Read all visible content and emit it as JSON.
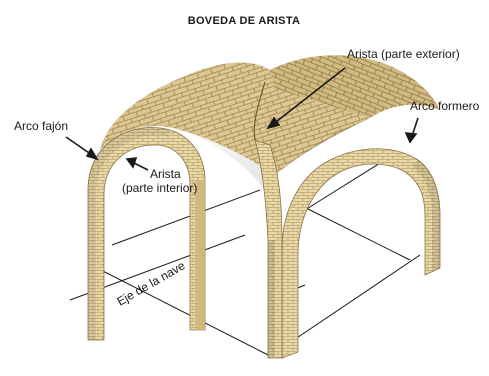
{
  "diagram": {
    "title": "BOVEDA DE ARISTA",
    "labels": {
      "arista_exterior": "Arista (parte exterior)",
      "arco_formero": "Arco formero",
      "arco_fajon": "Arco fajón",
      "arista_interior_1": "Arista",
      "arista_interior_2": "(parte interior)",
      "eje_nave": "Eje de la nave"
    },
    "colors": {
      "stone_light": "#e7d6a6",
      "stone_mid": "#cdb57a",
      "stone_dark": "#a98f56",
      "mortar": "#8a7448",
      "line": "#1a1a1a"
    }
  }
}
